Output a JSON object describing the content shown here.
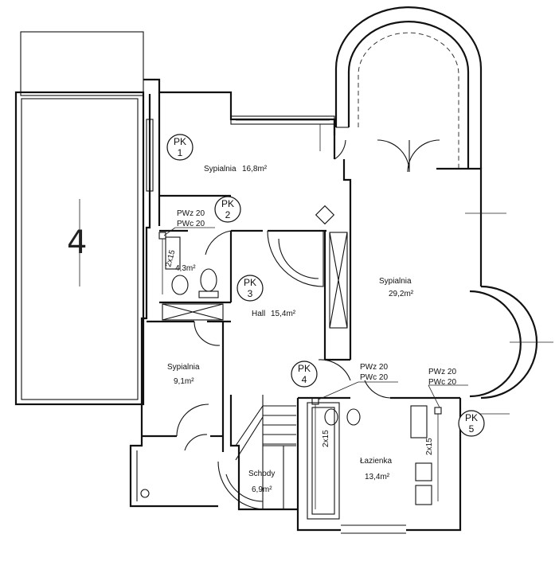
{
  "rooms": {
    "sypialnia_1": {
      "name": "Sypialnia",
      "area": "16,8m²"
    },
    "wc": {
      "area": "4,3m²"
    },
    "hall": {
      "name": "Hall",
      "area": "15,4m²"
    },
    "sypialnia_2": {
      "name": "Sypialnia",
      "area": "29,2m²"
    },
    "sypialnia_3": {
      "name": "Sypialnia",
      "area": "9,1m²"
    },
    "schody": {
      "name": "Schody",
      "area": "6,9m²"
    },
    "lazienka": {
      "name": "Łazienka",
      "area": "13,4m²"
    }
  },
  "markers": [
    {
      "label": "PK",
      "num": "1"
    },
    {
      "label": "PK",
      "num": "2"
    },
    {
      "label": "PK",
      "num": "3"
    },
    {
      "label": "PK",
      "num": "4"
    },
    {
      "label": "PK",
      "num": "5"
    }
  ],
  "pipes": {
    "pwz": "PWz 20",
    "pwc": "PWc 20",
    "pipe_2x15": "2x15"
  },
  "terrace_number": "4"
}
